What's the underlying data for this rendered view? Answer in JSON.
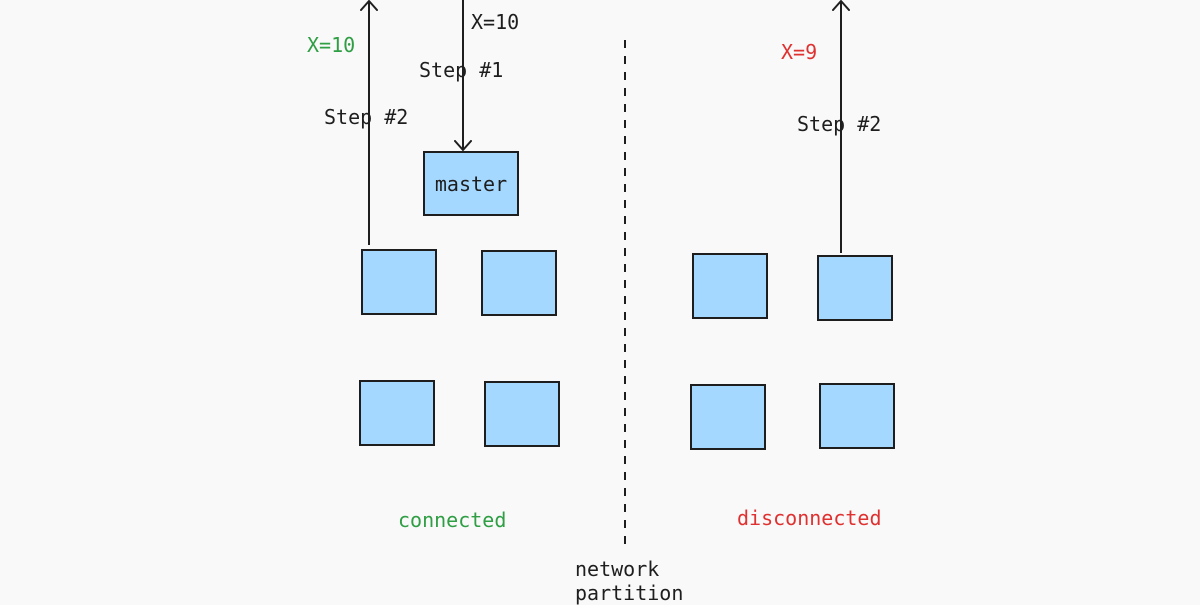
{
  "colors": {
    "background": "#f9f9f9",
    "node_fill": "#a5d8ff",
    "stroke": "#1e1e1e",
    "ok": "#2f9e44",
    "bad": "#e03131"
  },
  "connected_side": {
    "master_label": "master",
    "write_step": "Step #1",
    "write_value": "X=10",
    "read_step": "Step #2",
    "read_value": "X=10",
    "status": "connected"
  },
  "disconnected_side": {
    "read_step": "Step #2",
    "read_value": "X=9",
    "status": "disconnected"
  },
  "partition": {
    "line1": "network",
    "line2": "partition"
  }
}
